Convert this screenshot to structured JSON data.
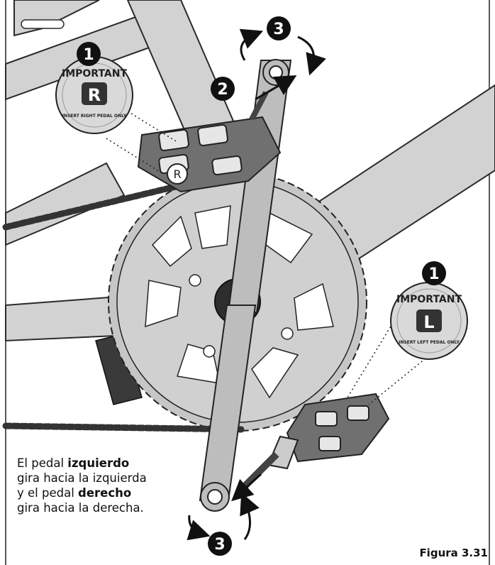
{
  "figure": {
    "label": "Figura 3.31"
  },
  "caption": {
    "line1_pre": "El pedal ",
    "line1_bold": "izquierdo",
    "line2": "gira hacia la izquierda",
    "line3_pre": "y el pedal ",
    "line3_bold": "derecho",
    "line4": "gira hacia la derecha."
  },
  "right_sticker": {
    "badge": "1",
    "top_text": "IMPORTANT",
    "letter": "R",
    "bottom_text": "INSERT RIGHT PEDAL ONLY"
  },
  "left_sticker": {
    "badge": "1",
    "top_text": "IMPORTANT",
    "letter": "L",
    "bottom_text": "INSERT LEFT PEDAL ONLY"
  },
  "step_badges": {
    "step2": "2",
    "step3_top": "3",
    "step3_bottom": "3"
  },
  "pedal_marks": {
    "right_pedal_letter": "R"
  },
  "colors": {
    "frame": "#cfcfcf",
    "outline": "#2a2a2a",
    "pedal": "#6e6e6e",
    "badge": "#111111",
    "sticker": "#d9d9d9"
  }
}
